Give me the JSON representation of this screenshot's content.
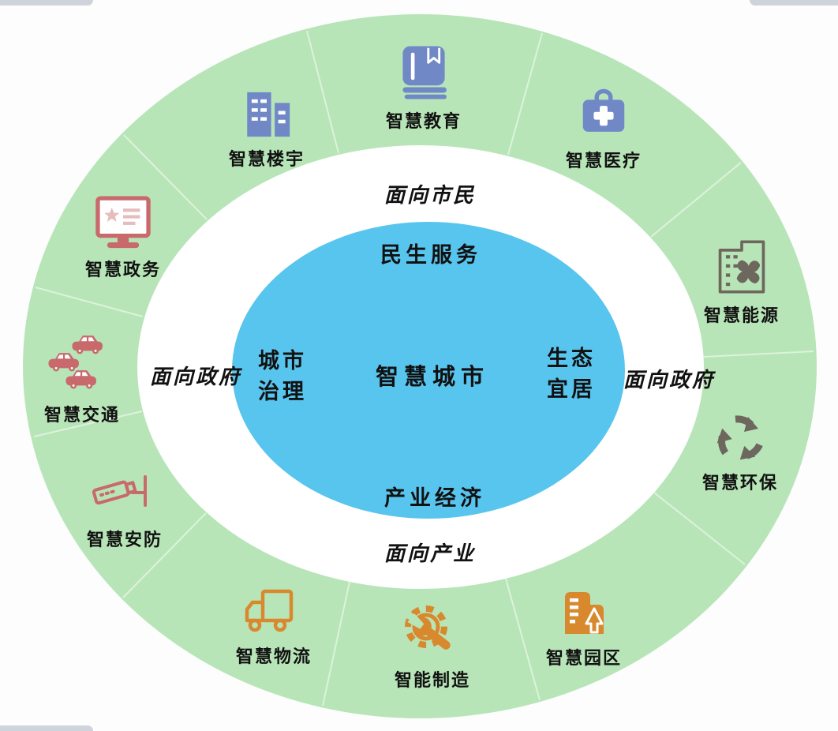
{
  "colors": {
    "ring_green": "#b8e5b8",
    "core_blue": "#58c5ee",
    "icon_blue": "#7188c7",
    "icon_red": "#c8696c",
    "icon_orange": "#d8892e",
    "icon_gray": "#6d675d",
    "text": "#111111"
  },
  "core": {
    "label": "智慧城市"
  },
  "quadrants": {
    "top": "民生服务",
    "left": "城市治理",
    "right": "生态宜居",
    "bottom": "产业经济"
  },
  "ring": {
    "top": "面向市民",
    "left": "面向政府",
    "right": "面向政府",
    "bottom": "面向产业"
  },
  "items": [
    {
      "label": "智慧教育",
      "icon": "book-icon"
    },
    {
      "label": "智慧医疗",
      "icon": "first-aid-kit-icon"
    },
    {
      "label": "智慧能源",
      "icon": "factory-fan-icon"
    },
    {
      "label": "智慧环保",
      "icon": "recycle-icon"
    },
    {
      "label": "智慧园区",
      "icon": "building-tree-icon"
    },
    {
      "label": "智能制造",
      "icon": "gear-wrench-icon"
    },
    {
      "label": "智慧物流",
      "icon": "truck-icon"
    },
    {
      "label": "智慧安防",
      "icon": "cctv-camera-icon"
    },
    {
      "label": "智慧交通",
      "icon": "cars-icon"
    },
    {
      "label": "智慧政务",
      "icon": "monitor-icon"
    },
    {
      "label": "智慧楼宇",
      "icon": "buildings-icon"
    }
  ]
}
